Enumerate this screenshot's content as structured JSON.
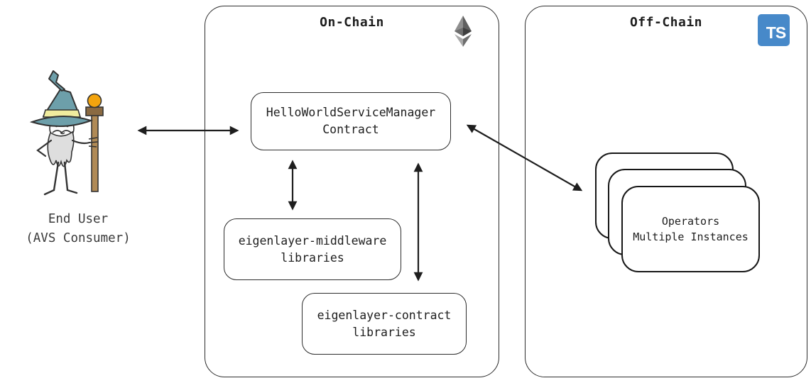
{
  "end_user": {
    "line1": "End User",
    "line2": "(AVS Consumer)"
  },
  "on_chain": {
    "label": "On-Chain",
    "service_manager": {
      "line1": "HelloWorldServiceManager",
      "line2": "Contract"
    },
    "middleware": {
      "line1": "eigenlayer-middleware",
      "line2": "libraries"
    },
    "contract_libraries": {
      "line1": "eigenlayer-contract",
      "line2": "libraries"
    }
  },
  "off_chain": {
    "label": "Off-Chain",
    "ts_badge": "TS",
    "operators": {
      "line1": "Operators",
      "line2": "Multiple Instances"
    }
  },
  "icons": {
    "ethereum": "ethereum-icon",
    "typescript": "typescript-icon",
    "wizard": "wizard-end-user-illustration"
  },
  "colors": {
    "line": "#1e1e1e",
    "box_stroke": "#2d2d2d",
    "ts_blue": "#4789c9",
    "hat_teal": "#6d9faa",
    "band_yellow": "#f0ec9e",
    "orb_orange": "#f3a40e",
    "staff_brown": "#b08a56",
    "beard_gray": "#dedede"
  }
}
